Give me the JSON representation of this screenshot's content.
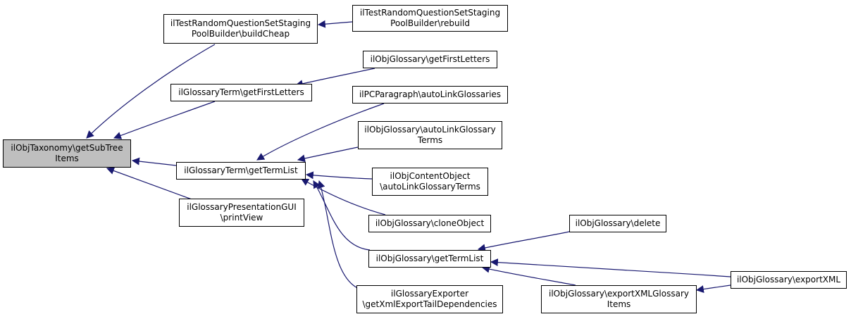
{
  "colors": {
    "edge": "#191970",
    "border": "#000000",
    "node_fill": "#ffffff",
    "root_fill": "#bfbfbf"
  },
  "nodes": {
    "root": "ilObjTaxonomy\\getSubTree\nItems",
    "build_cheap": "ilTestRandomQuestionSetStaging\nPoolBuilder\\buildCheap",
    "rebuild": "ilTestRandomQuestionSetStaging\nPoolBuilder\\rebuild",
    "gt_first_letters": "ilGlossaryTerm\\getFirstLetters",
    "og_first_letters": "ilObjGlossary\\getFirstLetters",
    "gt_term_list": "ilGlossaryTerm\\getTermList",
    "pc_auto_link": "ilPCParagraph\\autoLinkGlossaries",
    "og_auto_link_terms": "ilObjGlossary\\autoLinkGlossary\nTerms",
    "co_auto_link_terms": "ilObjContentObject\n\\autoLinkGlossaryTerms",
    "og_clone": "ilObjGlossary\\cloneObject",
    "og_term_list": "ilObjGlossary\\getTermList",
    "og_delete": "ilObjGlossary\\delete",
    "og_export_xml": "ilObjGlossary\\exportXML",
    "og_export_xml_items": "ilObjGlossary\\exportXMLGlossary\nItems",
    "exporter_tail": "ilGlossaryExporter\n\\getXmlExportTailDependencies",
    "presentation_print": "ilGlossaryPresentationGUI\n\\printView"
  }
}
